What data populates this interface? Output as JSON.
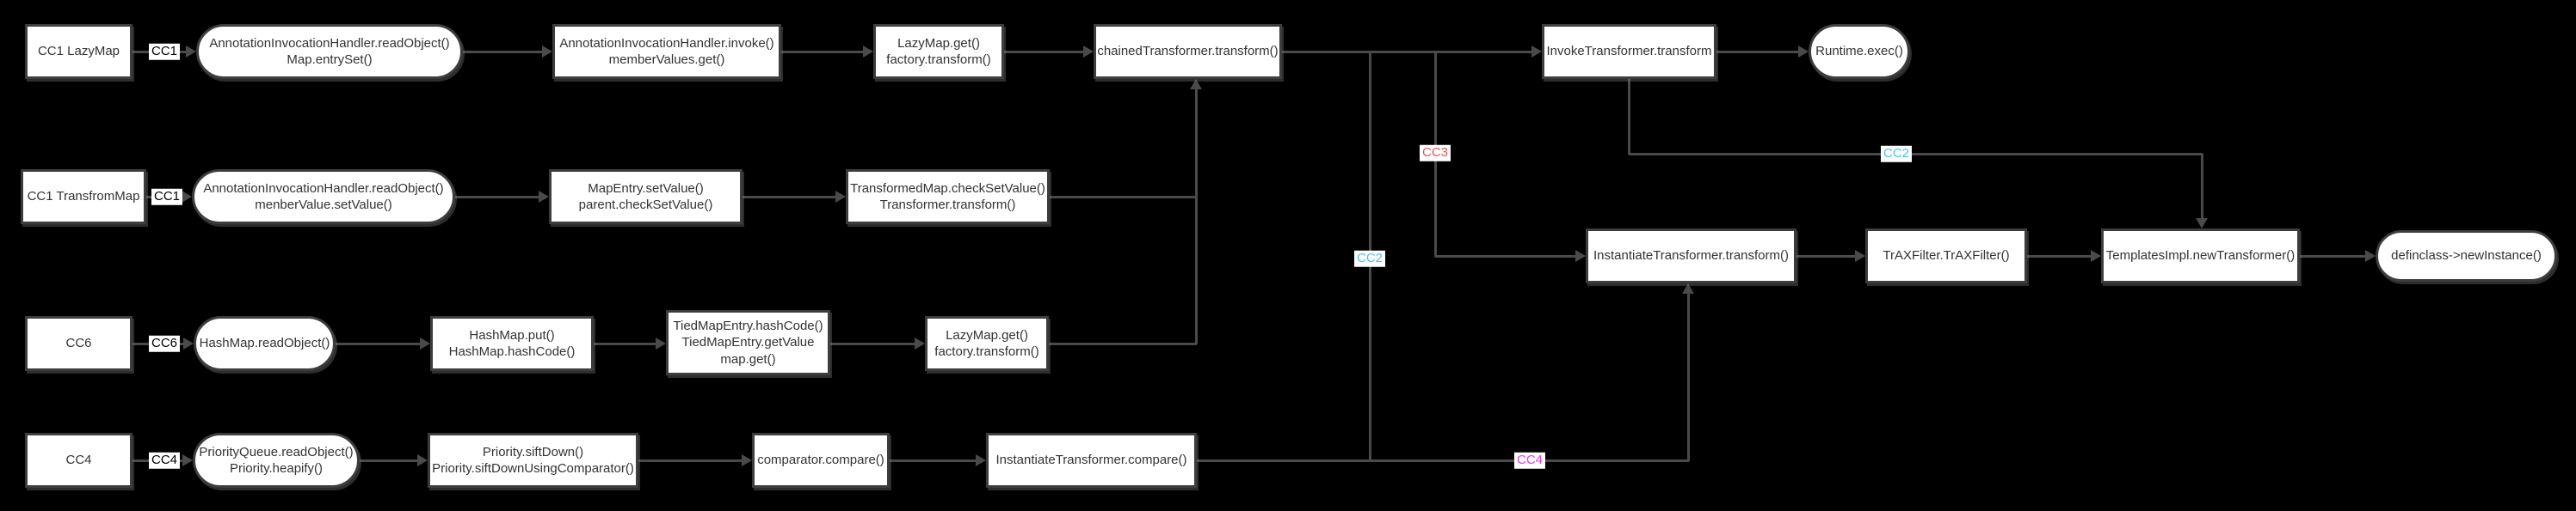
{
  "diagram": {
    "colors": {
      "background": "#000000",
      "node_fill": "#ffffff",
      "node_border": "#3d3d3d",
      "node_text": "#333333",
      "edge": "#4a4a4a",
      "edge_label_bg": "#ffffff"
    },
    "nodes": [
      {
        "id": "cc1-lazymap",
        "lines": [
          "CC1 LazyMap"
        ]
      },
      {
        "id": "aih-readobject-entryset",
        "lines": [
          "AnnotationInvocationHandler.readObject()",
          "Map.entrySet()"
        ]
      },
      {
        "id": "aih-invoke",
        "lines": [
          "AnnotationInvocationHandler.invoke()",
          "memberValues.get()"
        ]
      },
      {
        "id": "lazymap-get-factory-1",
        "lines": [
          "LazyMap.get()",
          "factory.transform()"
        ]
      },
      {
        "id": "chainedtransformer-transform",
        "lines": [
          "chainedTransformer.transform()"
        ]
      },
      {
        "id": "invoketransformer-transform",
        "lines": [
          "InvokeTransformer.transform"
        ]
      },
      {
        "id": "runtime-exec",
        "lines": [
          "Runtime.exec()"
        ]
      },
      {
        "id": "cc1-transfrommap",
        "lines": [
          "CC1 TransfromMap"
        ]
      },
      {
        "id": "aih-readobject-setvalue",
        "lines": [
          "AnnotationInvocationHandler.readObject()",
          "menberValue.setValue()"
        ]
      },
      {
        "id": "mapentry-setvalue",
        "lines": [
          "MapEntry.setValue()",
          "parent.checkSetValue()"
        ]
      },
      {
        "id": "transformedmap-checksetvalue",
        "lines": [
          "TransformedMap.checkSetValue()",
          "Transformer.transform()"
        ]
      },
      {
        "id": "instantiatetransformer-transform",
        "lines": [
          "InstantiateTransformer.transform()"
        ]
      },
      {
        "id": "traxfilter",
        "lines": [
          "TrAXFilter.TrAXFilter()"
        ]
      },
      {
        "id": "templatesimpl-newtransformer",
        "lines": [
          "TemplatesImpl.newTransformer()"
        ]
      },
      {
        "id": "definclass-newinstance",
        "lines": [
          "definclass->newInstance()"
        ]
      },
      {
        "id": "cc6",
        "lines": [
          "CC6"
        ]
      },
      {
        "id": "hashmap-readobject",
        "lines": [
          "HashMap.readObject()"
        ]
      },
      {
        "id": "hashmap-put-hashcode",
        "lines": [
          "HashMap.put()",
          "HashMap.hashCode()"
        ]
      },
      {
        "id": "tiedmapentry",
        "lines": [
          "TiedMapEntry.hashCode()",
          "TiedMapEntry.getValue",
          "map.get()"
        ]
      },
      {
        "id": "lazymap-get-factory-2",
        "lines": [
          "LazyMap.get()",
          "factory.transform()"
        ]
      },
      {
        "id": "cc4",
        "lines": [
          "CC4"
        ]
      },
      {
        "id": "priorityqueue-readobject",
        "lines": [
          "PriorityQueue.readObject()",
          "Priority.heapify()"
        ]
      },
      {
        "id": "priority-siftdown",
        "lines": [
          "Priority.siftDown()",
          "Priority.siftDownUsingComparator()"
        ]
      },
      {
        "id": "comparator-compare",
        "lines": [
          "comparator.compare()"
        ]
      },
      {
        "id": "instantiatetransformer-compare",
        "lines": [
          "InstantiateTransformer.compare()"
        ]
      }
    ],
    "edge_labels": [
      {
        "id": "cc1-lazymap-edge",
        "text": "CC1",
        "color": "#000000"
      },
      {
        "id": "cc1-transfrommap-edge",
        "text": "CC1",
        "color": "#000000"
      },
      {
        "id": "cc6-edge",
        "text": "CC6",
        "color": "#000000"
      },
      {
        "id": "cc4-edge",
        "text": "CC4",
        "color": "#000000"
      },
      {
        "id": "cc3-edge",
        "text": "CC3",
        "color": "#e85555"
      },
      {
        "id": "cc2-edge-left",
        "text": "CC2",
        "color": "#45c8e0"
      },
      {
        "id": "cc2-edge-right",
        "text": "CC2",
        "color": "#45c8e0"
      },
      {
        "id": "cc4-edge-mid",
        "text": "CC4",
        "color": "#ee3cee"
      }
    ]
  }
}
